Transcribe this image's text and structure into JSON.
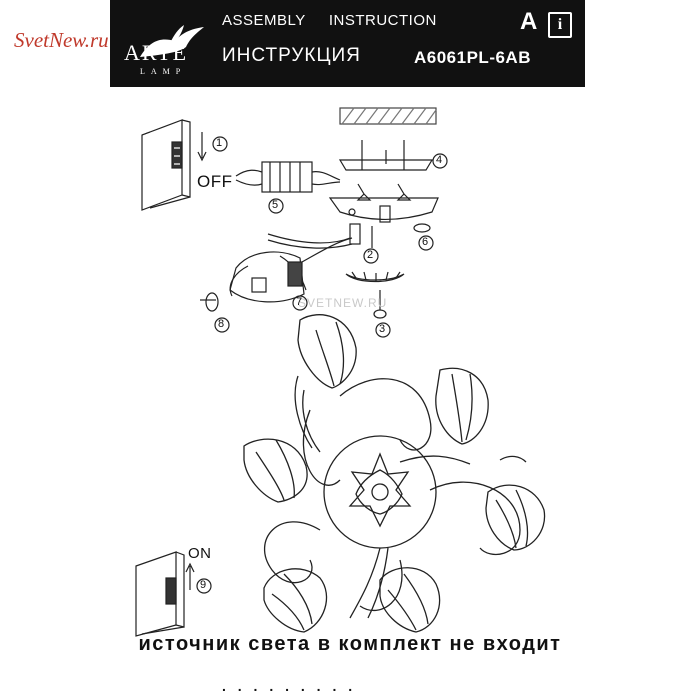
{
  "watermark": "SvetNew.ru",
  "watermark_center": "SVETNEW.RU",
  "header": {
    "brand": "ARTE",
    "brand_sub": "LAMP",
    "title_en": "ASSEMBLY     INSTRUCTION",
    "title_ru": "ИНСТРУКЦИЯ",
    "letter": "A",
    "info": "i",
    "model": "A6061PL-6AB"
  },
  "labels": {
    "off": "OFF",
    "on": "ON"
  },
  "steps": [
    "1",
    "2",
    "3",
    "4",
    "5",
    "6",
    "7",
    "8",
    "9"
  ],
  "footer": {
    "text": "источник света в комплект не входит",
    "dots": ". . . . . . . . ."
  }
}
